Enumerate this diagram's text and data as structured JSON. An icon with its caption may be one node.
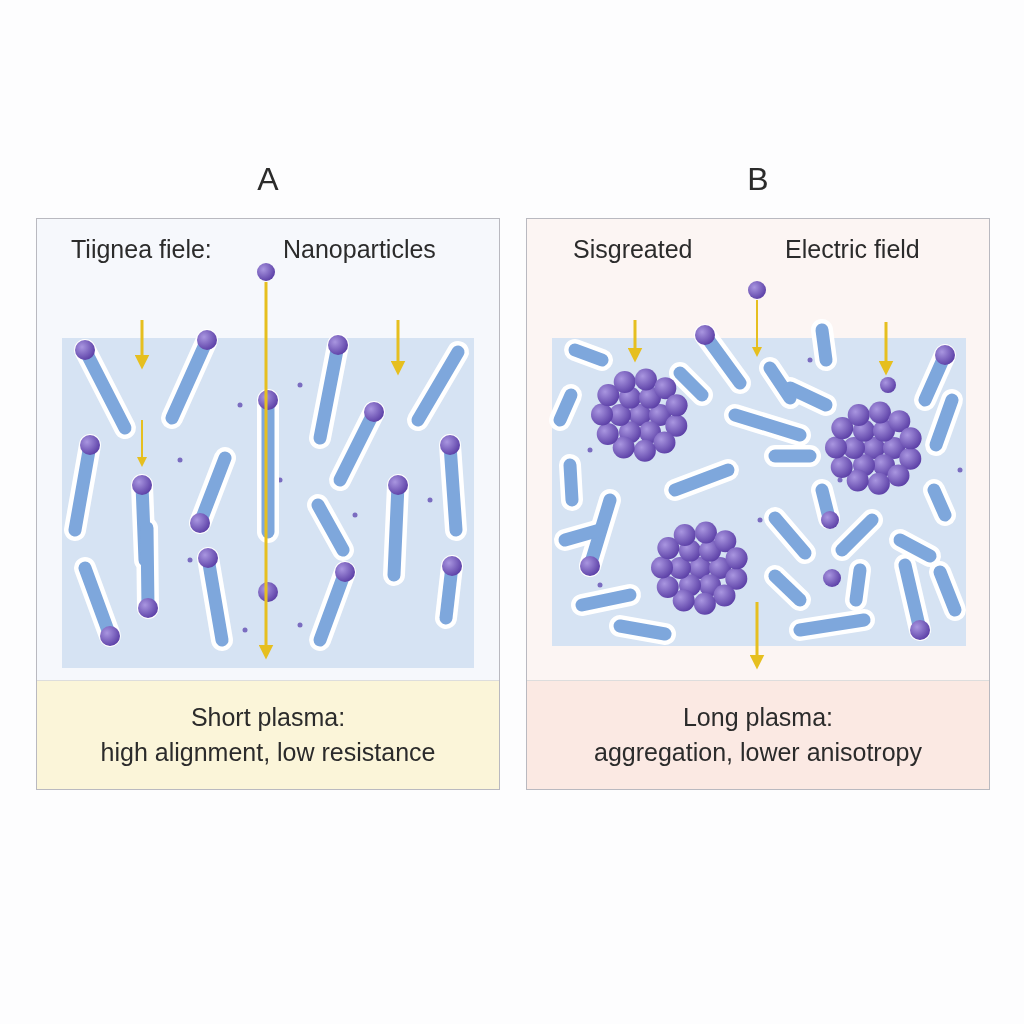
{
  "diagram": {
    "nodes": [
      {
        "text": [
          "A",
          "Tiignea fiele:",
          "Nanoparticles"
        ]
      },
      {
        "text": [
          "Short plasma:",
          "high alignment, low resistance"
        ],
        "in": 0
      },
      {
        "text": [
          "B",
          "Sisgreated",
          "Electric field"
        ]
      },
      {
        "text": [
          "Long plasma:",
          "aggregation, lower anisotropy"
        ],
        "in": 2
      }
    ]
  }
}
